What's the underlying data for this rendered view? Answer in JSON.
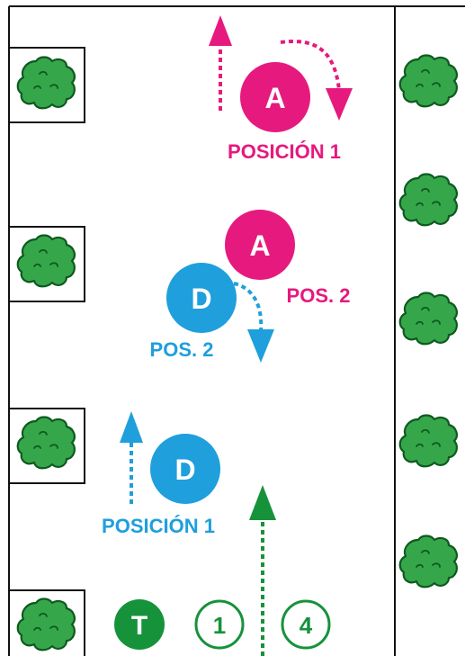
{
  "colors": {
    "attacker": "#e6197e",
    "defender": "#1f9fdc",
    "team": "#16923b",
    "bush_fill": "#36a64a",
    "bush_stroke": "#0d5a1e",
    "line": "#111111"
  },
  "icons": {
    "bush": "bush-icon",
    "arrow": "arrow-icon"
  },
  "players": {
    "attacker_pos1": {
      "letter": "A",
      "caption": "POSICIÓN 1"
    },
    "attacker_pos2": {
      "letter": "A",
      "caption": "POS. 2"
    },
    "defender_pos2": {
      "letter": "D",
      "caption": "POS. 2"
    },
    "defender_pos1": {
      "letter": "D",
      "caption": "POSICIÓN 1"
    }
  },
  "bottom_markers": {
    "team_badge": "T",
    "circle_one": "1",
    "circle_four": "4"
  }
}
